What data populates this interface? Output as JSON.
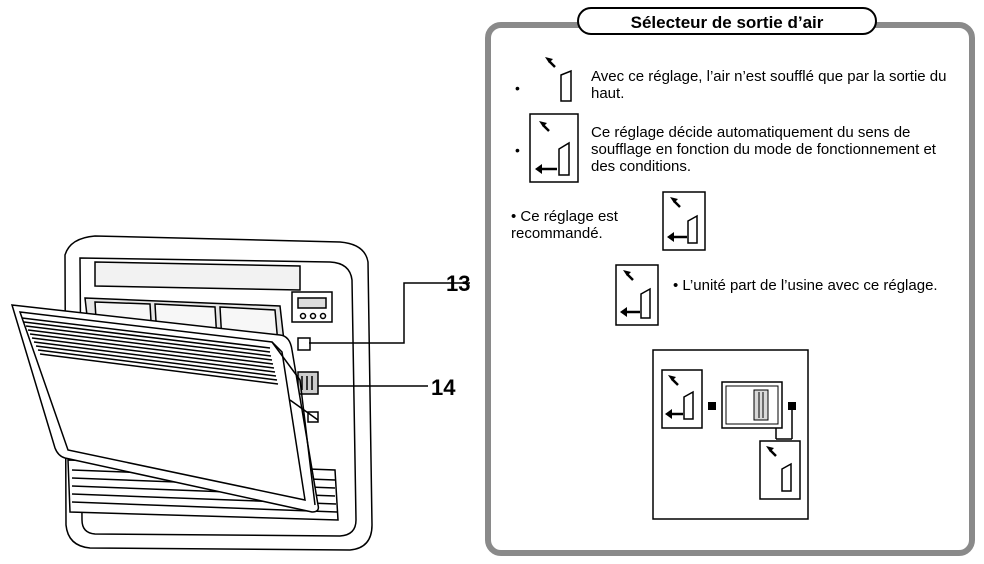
{
  "callouts": {
    "label_13": "13",
    "label_14": "14"
  },
  "panel": {
    "title": "Sélecteur de sortie d’air",
    "bullet": "•",
    "item1_text": "Avec ce réglage, l’air n’est soufflé que par la sortie du haut.",
    "item2_text": "Ce réglage décide automatiquement du sens de soufflage en fonction du mode de fonctionnement et des conditions.",
    "item3_text": "• Ce réglage est recommandé.",
    "item4_text": "• L’unité part de l’usine avec ce réglage."
  },
  "colors": {
    "panel_border": "#8a8a8a",
    "line": "#000000",
    "light_gray": "#d9d9d9"
  },
  "icons": [
    "arrow-up-icon",
    "arrow-left-icon",
    "selector-switch-icon"
  ]
}
